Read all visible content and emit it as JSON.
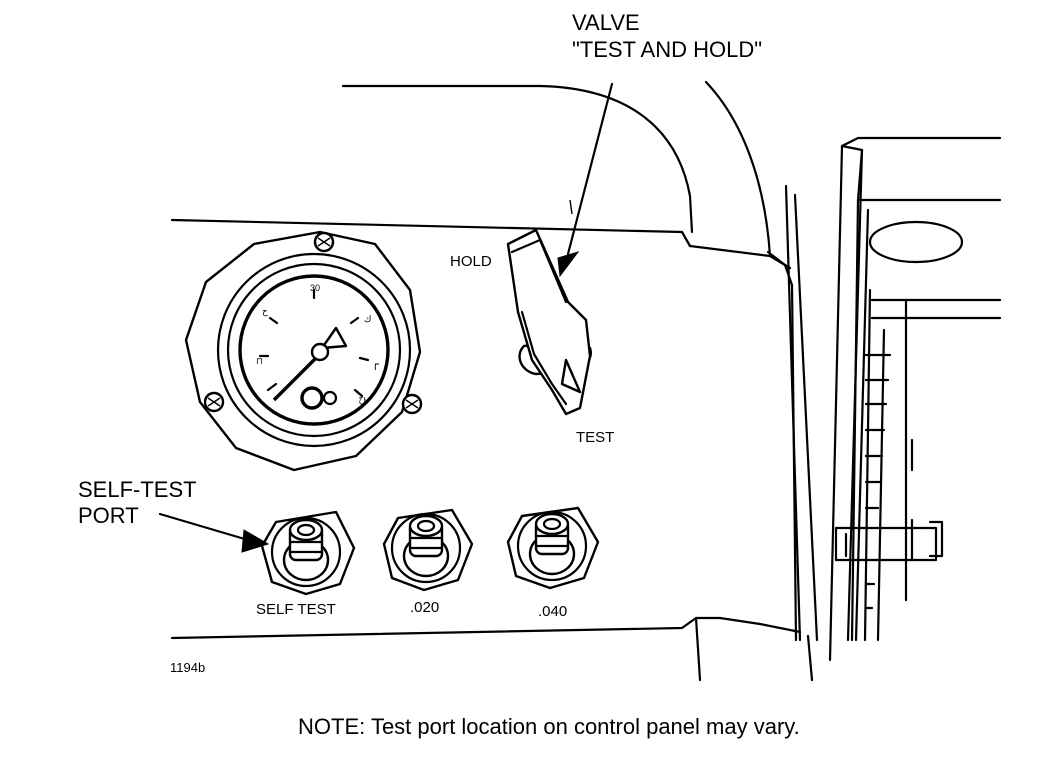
{
  "labels": {
    "valve_line1": "VALVE",
    "valve_line2": "\"TEST AND HOLD\"",
    "hold": "HOLD",
    "test": "TEST",
    "selftest_port_line1": "SELF-TEST",
    "selftest_port_line2": "PORT",
    "port_self_test": "SELF TEST",
    "port_020": ".020",
    "port_040": ".040",
    "figure_id": "1194b",
    "note": "NOTE: Test port location on control panel may vary."
  },
  "gauge": {
    "tick_30": "30"
  },
  "icons": [
    "gauge-icon",
    "valve-lever-icon",
    "port-fitting-icon",
    "arrow-icon",
    "screw-icon"
  ]
}
